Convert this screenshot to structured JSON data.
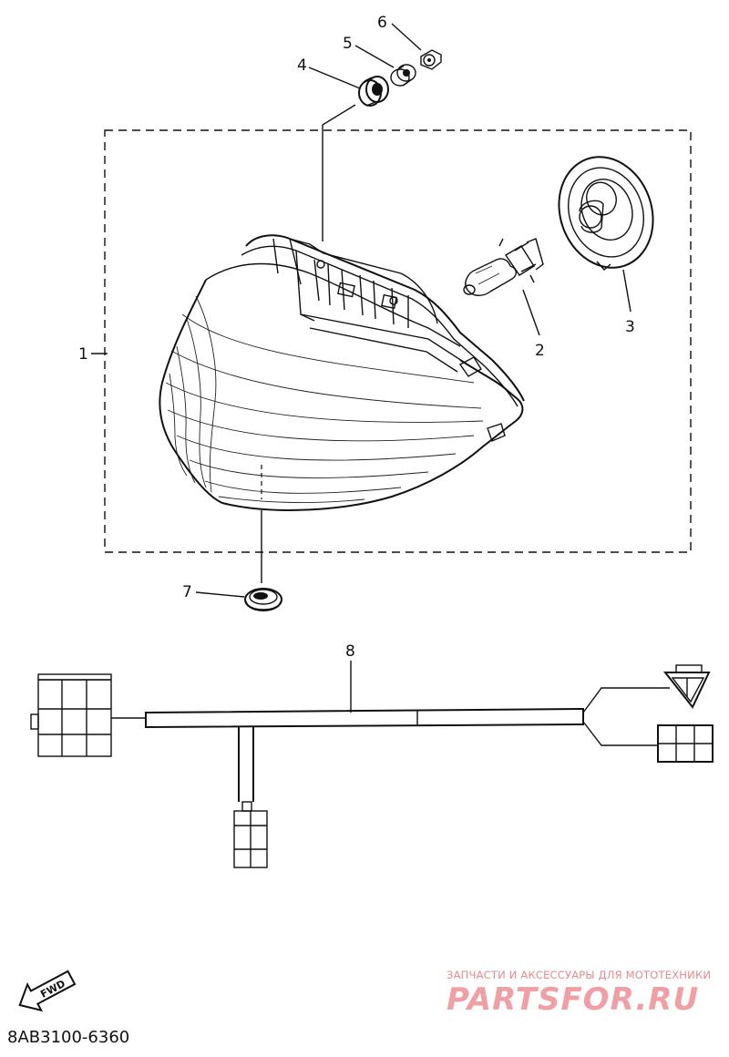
{
  "callouts": [
    "1",
    "2",
    "3",
    "4",
    "5",
    "6",
    "7",
    "8"
  ],
  "fwd_label": "FWD",
  "part_code": "8AB3100-6360",
  "watermark": {
    "tagline": "ЗАПЧАСТИ И АКСЕССУАРЫ ДЛЯ МОТОТЕХНИКИ",
    "brand": "PARTSFOR.RU"
  }
}
